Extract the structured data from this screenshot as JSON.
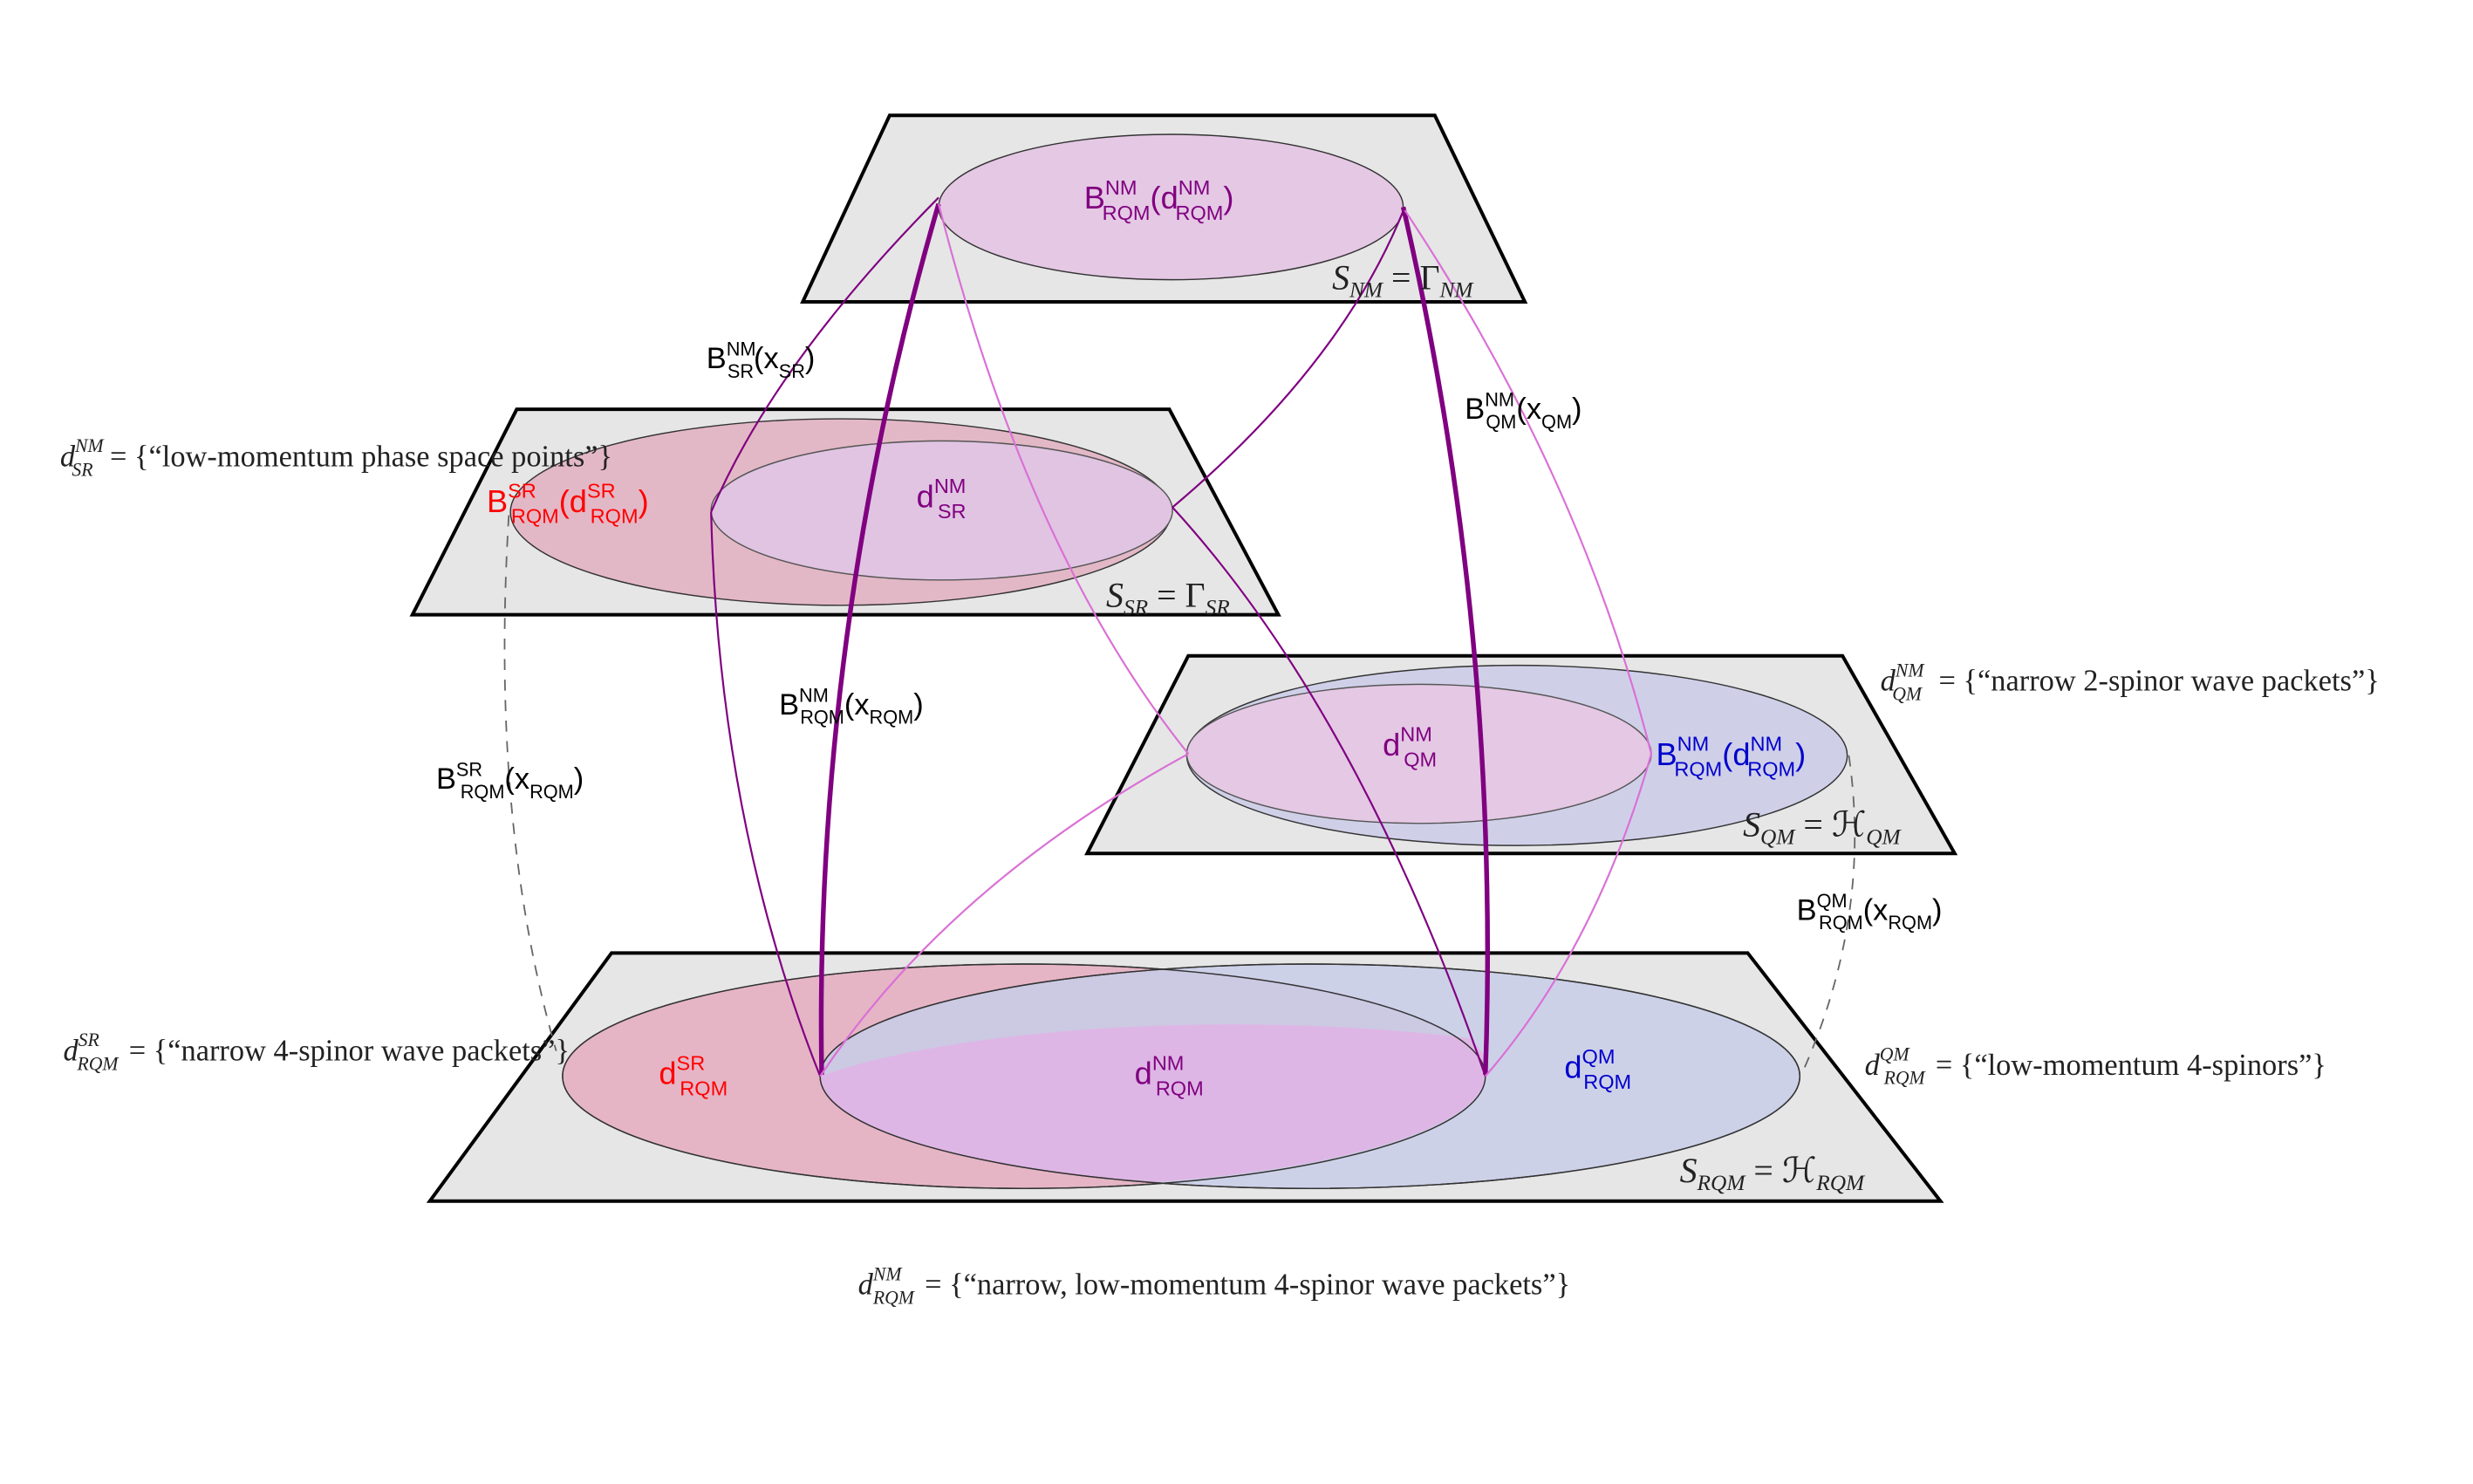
{
  "colors": {
    "plane_fill": "#e6e6e6",
    "plane_stroke": "#000000",
    "nm": "#800080",
    "nm_light": "#da70d6",
    "sr": "#ff0000",
    "sr_fill": "#e3b3c3",
    "qm": "#0000cc",
    "qm_fill": "#cfd0e8",
    "nm_fill": "#e4c8e4"
  },
  "planes": {
    "nm": {
      "caption": {
        "main": "S",
        "sub": "NM",
        "eq": " = Γ",
        "sub2": "NM"
      }
    },
    "sr": {
      "caption": {
        "main": "S",
        "sub": "SR",
        "eq": " = Γ",
        "sub2": "SR"
      }
    },
    "qm": {
      "caption": {
        "main": "S",
        "sub": "QM",
        "eq": " = ℋ",
        "sub2": "QM"
      }
    },
    "rqm": {
      "caption": {
        "main": "S",
        "sub": "RQM",
        "eq": " = ℋ",
        "sub2": "RQM"
      }
    }
  },
  "region_labels": {
    "b_nm_rqm_d": {
      "base": "B",
      "sup": "NM",
      "sub": "RQM",
      "open": "(d",
      "sup2": "NM",
      "sub2": "RQM",
      "close": ")"
    },
    "b_sr_rqm_d": {
      "base": "B",
      "sup": "SR",
      "sub": "RQM",
      "open": "(d",
      "sup2": "SR",
      "sub2": "RQM",
      "close": ")"
    },
    "d_nm_sr": {
      "base": "d",
      "sup": "NM",
      "sub": "SR"
    },
    "d_nm_qm": {
      "base": "d",
      "sup": "NM",
      "sub": "QM"
    },
    "b_nm_rqm_d_qm": {
      "base": "B",
      "sup": "NM",
      "sub": "RQM",
      "open": "(d",
      "sup2": "NM",
      "sub2": "RQM",
      "close": ")"
    },
    "d_sr_rqm": {
      "base": "d",
      "sup": "SR",
      "sub": "RQM"
    },
    "d_nm_rqm": {
      "base": "d",
      "sup": "NM",
      "sub": "RQM"
    },
    "d_qm_rqm": {
      "base": "d",
      "sup": "QM",
      "sub": "RQM"
    }
  },
  "map_labels": {
    "b_nm_sr_x": {
      "base": "B",
      "sup": "NM",
      "sub": "SR",
      "open": "(x",
      "sub2": "SR",
      "close": ")"
    },
    "b_nm_qm_x": {
      "base": "B",
      "sup": "NM",
      "sub": "QM",
      "open": "(x",
      "sub2": "QM",
      "close": ")"
    },
    "b_nm_rqm_x": {
      "base": "B",
      "sup": "NM",
      "sub": "RQM",
      "open": "(x",
      "sub2": "RQM",
      "close": ")"
    },
    "b_sr_rqm_x": {
      "base": "B",
      "sup": "SR",
      "sub": "RQM",
      "open": "(x",
      "sub2": "RQM",
      "close": ")"
    },
    "b_qm_rqm_x": {
      "base": "B",
      "sup": "QM",
      "sub": "RQM",
      "open": "(x",
      "sub2": "RQM",
      "close": ")"
    }
  },
  "definitions": {
    "d_sr_nm": {
      "sup": "NM",
      "sub": "SR",
      "text": " = {“low-momentum phase space points”}"
    },
    "d_qm_nm": {
      "sup": "NM",
      "sub": "QM",
      "text": " = {“narrow 2-spinor wave packets”}"
    },
    "d_rqm_sr": {
      "sup": "SR",
      "sub": "RQM",
      "text": " = {“narrow 4-spinor wave packets”}"
    },
    "d_rqm_qm": {
      "sup": "QM",
      "sub": "RQM",
      "text": " = {“low-momentum 4-spinors”}"
    },
    "d_rqm_nm": {
      "sup": "NM",
      "sub": "RQM",
      "text": " = {“narrow, low-momentum 4-spinor wave packets”}"
    }
  }
}
